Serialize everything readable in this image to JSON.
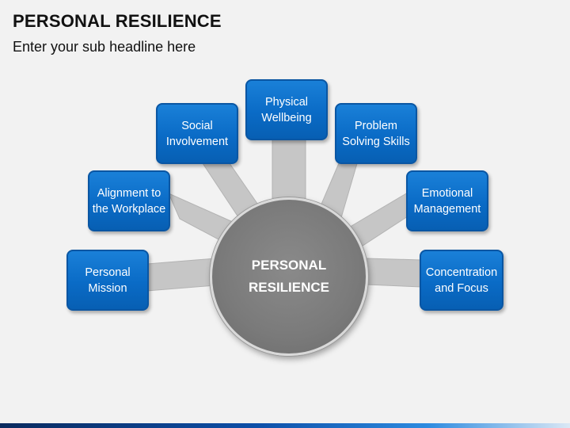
{
  "header": {
    "title": "PERSONAL RESILIENCE",
    "subtitle": "Enter your sub headline here"
  },
  "center": {
    "label": "PERSONAL\nRESILIENCE"
  },
  "nodes": [
    {
      "label": "Personal\nMission"
    },
    {
      "label": "Alignment to\nthe Workplace"
    },
    {
      "label": "Social\nInvolvement"
    },
    {
      "label": "Physical\nWellbeing"
    },
    {
      "label": "Problem\nSolving Skills"
    },
    {
      "label": "Emotional\nManagement"
    },
    {
      "label": "Concentration\nand Focus"
    }
  ],
  "colors": {
    "node_fill": "#0a6bc6",
    "node_border": "#0a56a3",
    "connector": "#c6c6c6",
    "center_fill": "#7a7a7a",
    "background": "#f2f2f2"
  }
}
